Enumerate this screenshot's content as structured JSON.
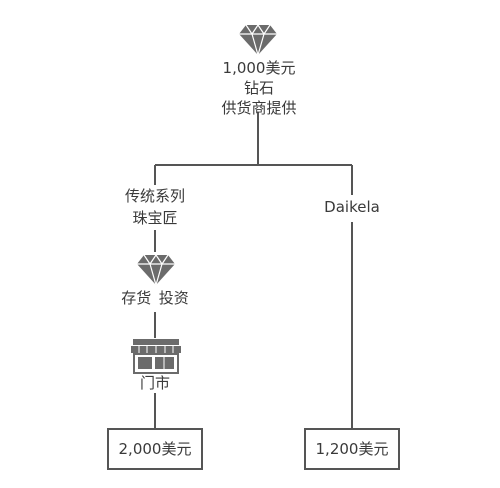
{
  "top": {
    "amount": "1,000美元",
    "item": "钻石",
    "role": "供货商提供"
  },
  "left_branch": {
    "title_line1": "传统系列",
    "title_line2": "珠宝匠",
    "stock_label": "存货",
    "invest_label": "投资",
    "store_label": "门市",
    "price": "2,000美元"
  },
  "right_branch": {
    "title": "Daikela",
    "price": "1,200美元"
  },
  "icons": [
    "diamond-icon",
    "diamond-icon",
    "storefront-icon"
  ],
  "colors": {
    "line": "#555555",
    "icon": "#6b6b6b",
    "text": "#3a3a3a"
  }
}
